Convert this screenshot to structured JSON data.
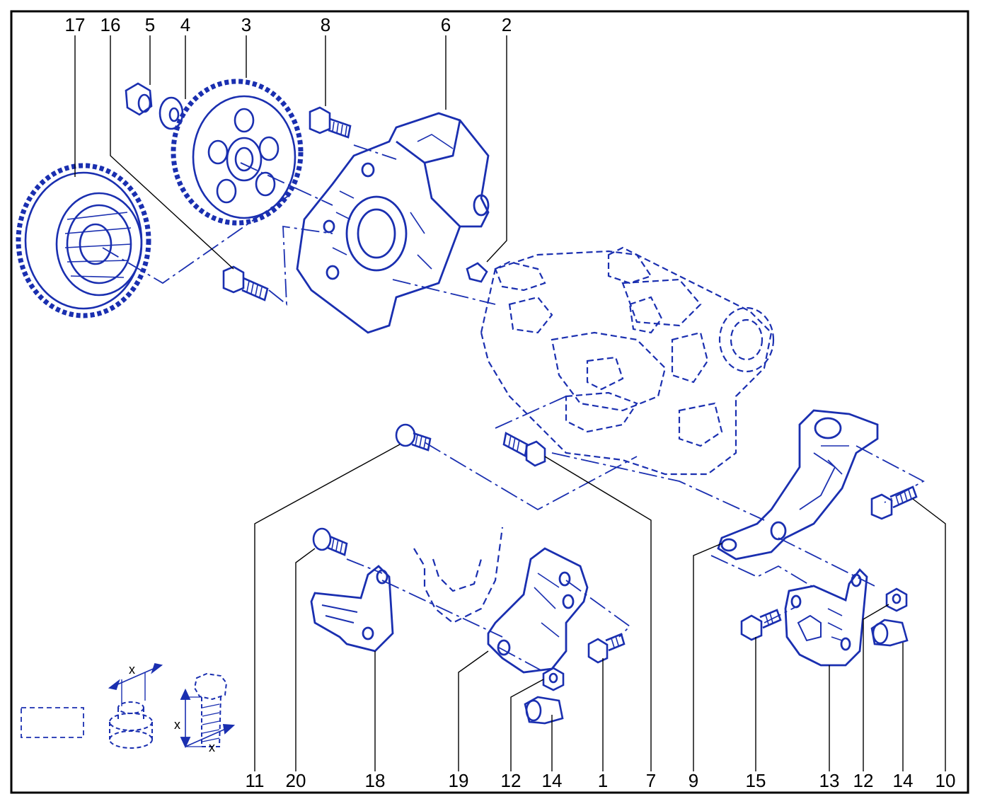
{
  "diagram": {
    "callouts_top": [
      "17",
      "16",
      "5",
      "4",
      "3",
      "8",
      "6",
      "2"
    ],
    "callouts_bottom": [
      "11",
      "20",
      "18",
      "19",
      "12",
      "14",
      "1",
      "7",
      "9",
      "15",
      "13",
      "12",
      "14",
      "10"
    ],
    "legend": {
      "dimension_mark": "x"
    },
    "colors": {
      "line": "#1a2fb0",
      "frame": "#000000",
      "label": "#000000",
      "background": "#ffffff"
    }
  }
}
